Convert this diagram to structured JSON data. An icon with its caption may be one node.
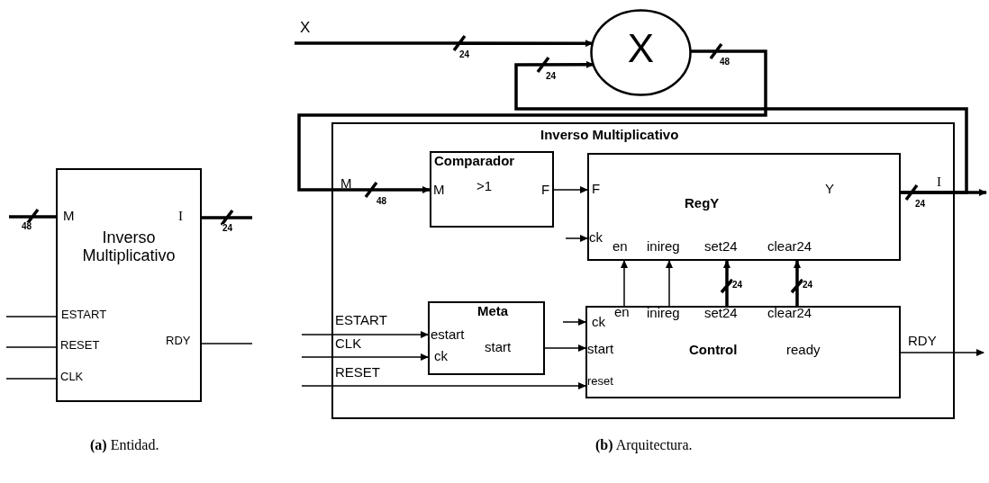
{
  "diagram": {
    "nodes": [
      {
        "text": [
          "M",
          "I",
          "Inverso Multiplicativo",
          "ESTART",
          "RESET",
          "RDY",
          "CLK"
        ]
      },
      {
        "text": [
          "X"
        ]
      },
      {
        "text": [
          "Inverso Multiplicativo"
        ]
      },
      {
        "text": [
          "Comparador",
          "M",
          ">1",
          "F"
        ],
        "in": 2
      },
      {
        "text": [
          "F",
          "RegY",
          "Y",
          "ck",
          "en",
          "inireg",
          "set24",
          "clear24"
        ],
        "in": 2
      },
      {
        "text": [
          "Meta",
          "estart",
          "ck",
          "start"
        ],
        "in": 2
      },
      {
        "text": [
          "ck",
          "en",
          "inireg",
          "set24",
          "clear24",
          "start",
          "Control",
          "ready",
          "reset"
        ],
        "in": 2
      }
    ],
    "edges": [
      {
        "from": null,
        "to": 0,
        "arrow": "none",
        "style": "thick",
        "label": "48"
      },
      {
        "from": 0,
        "to": null,
        "arrow": "none",
        "style": "thick",
        "label": "24"
      },
      {
        "from": null,
        "to": 0,
        "arrow": "none"
      },
      {
        "from": null,
        "to": 0,
        "arrow": "none"
      },
      {
        "from": 0,
        "to": null,
        "arrow": "none"
      },
      {
        "from": null,
        "to": 0,
        "arrow": "none"
      },
      {
        "from": null,
        "to": 1,
        "arrow": "to",
        "style": "thick",
        "label": "24"
      },
      {
        "from": 4,
        "to": 1,
        "arrow": "to",
        "style": "thick",
        "label": "24"
      },
      {
        "from": 1,
        "to": 3,
        "arrow": "to",
        "style": "thick",
        "label": "48"
      },
      {
        "from": 3,
        "to": 4,
        "arrow": "to"
      },
      {
        "from": 4,
        "to": null,
        "arrow": "to",
        "style": "thick",
        "label": "24"
      },
      {
        "from": null,
        "to": 4,
        "arrow": "to"
      },
      {
        "from": 6,
        "to": 4,
        "arrow": "to"
      },
      {
        "from": 6,
        "to": 4,
        "arrow": "to"
      },
      {
        "from": 6,
        "to": 4,
        "arrow": "to",
        "style": "thick",
        "label": "24"
      },
      {
        "from": 6,
        "to": 4,
        "arrow": "to",
        "style": "thick",
        "label": "24"
      },
      {
        "from": null,
        "to": 5,
        "arrow": "to"
      },
      {
        "from": null,
        "to": 5,
        "arrow": "to"
      },
      {
        "from": null,
        "to": 6,
        "arrow": "to"
      },
      {
        "from": 5,
        "to": 6,
        "arrow": "to"
      },
      {
        "from": null,
        "to": 6,
        "arrow": "to"
      },
      {
        "from": 6,
        "to": null,
        "arrow": "to"
      }
    ],
    "labels": [
      "X",
      "M",
      "48",
      "I",
      "ESTART",
      "CLK",
      "RESET",
      "RDY",
      "**(a)** Entidad.",
      "**(b)** Arquitectura."
    ]
  }
}
